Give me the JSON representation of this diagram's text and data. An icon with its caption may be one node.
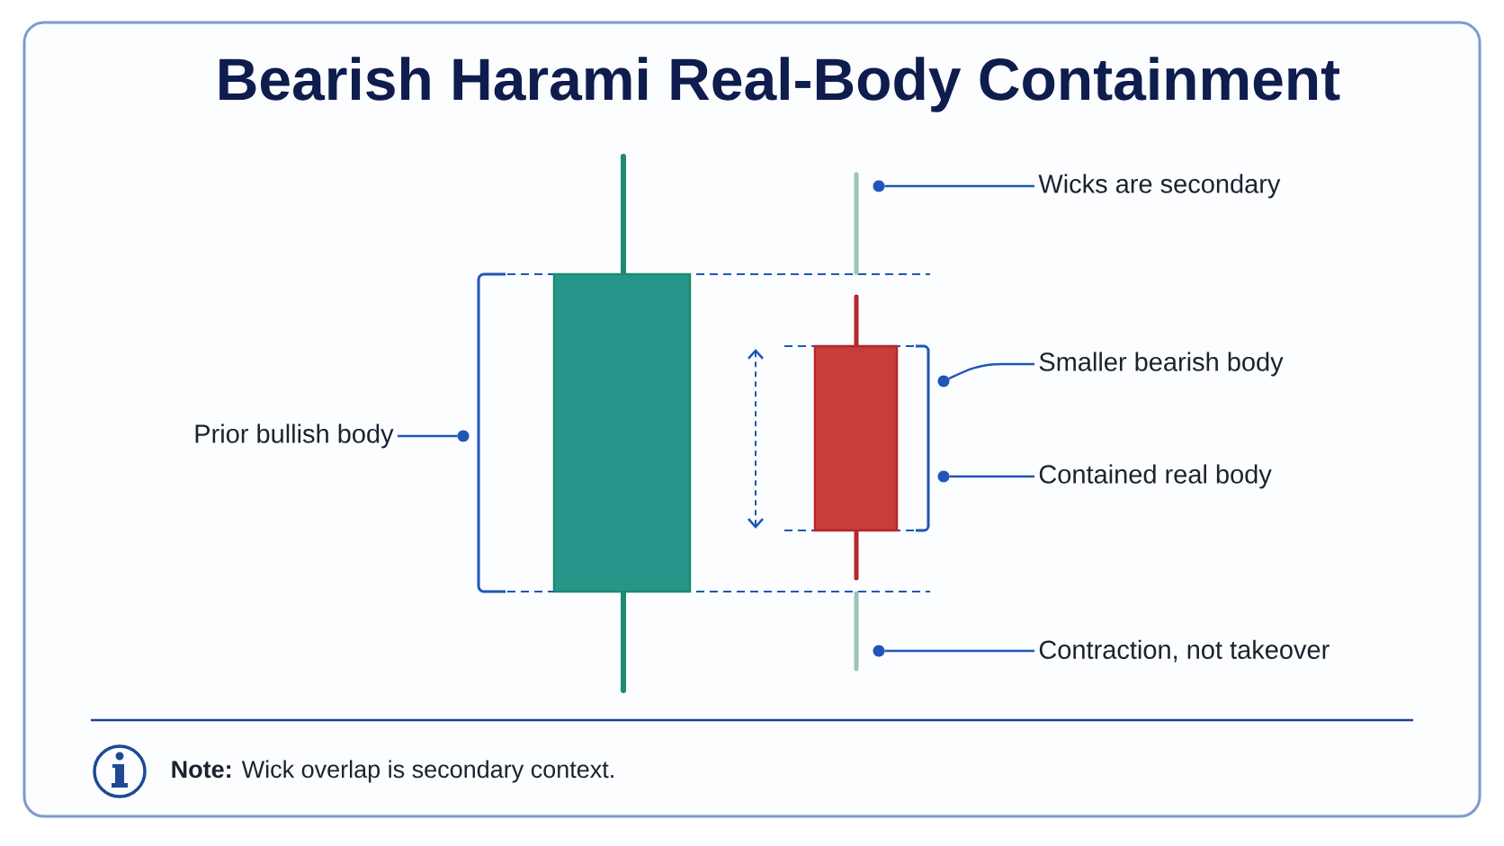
{
  "diagram": {
    "title": "Bearish Harami Real-Body Containment",
    "nodes": [
      {
        "text": [
          "Wicks are secondary"
        ]
      },
      {
        "text": [
          "Smaller bearish body"
        ]
      },
      {
        "text": [
          "Prior bullish body"
        ]
      },
      {
        "text": [
          "Contained real body"
        ]
      },
      {
        "text": [
          "Contraction, not takeover"
        ]
      },
      {
        "text": [],
        "shape": "circle"
      },
      {
        "text": [],
        "shape": "circle"
      },
      {
        "text": [],
        "shape": "circle"
      },
      {
        "text": [],
        "shape": "circle"
      },
      {
        "text": [],
        "shape": "circle"
      }
    ],
    "edges": [
      {
        "from": 0,
        "to": 5,
        "arrow": "none"
      },
      {
        "from": 1,
        "to": 6,
        "arrow": "none"
      },
      {
        "from": 2,
        "to": 7,
        "arrow": "none"
      },
      {
        "from": 3,
        "to": 8,
        "arrow": "none"
      },
      {
        "from": 4,
        "to": 9,
        "arrow": "none"
      }
    ],
    "labels": [
      "**Note:** Wick overlap is secondary context."
    ]
  }
}
